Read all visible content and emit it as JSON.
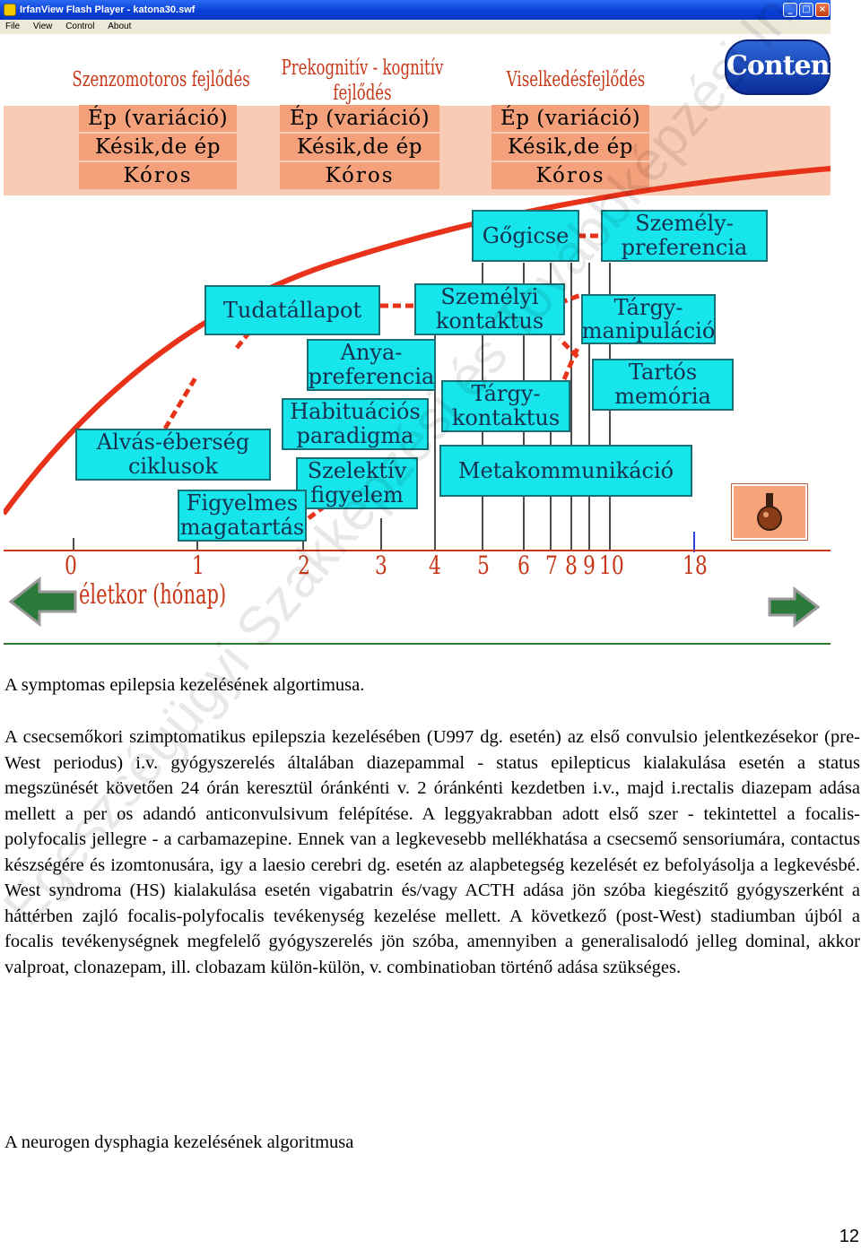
{
  "window": {
    "title": "IrfanView Flash Player - katona30.swf",
    "menu": [
      "File",
      "View",
      "Control",
      "About"
    ],
    "controls": {
      "minimize": "_",
      "maximize": "□",
      "close": "×"
    }
  },
  "slide": {
    "columns": [
      {
        "heading": "Szenzomotoros fejlődés"
      },
      {
        "heading": "Prekognitív - kognitív fejlődés"
      },
      {
        "heading": "Viselkedésfejlődés"
      }
    ],
    "variations": [
      "Ép (variáció)",
      "Késik,de ép",
      "Kóros"
    ],
    "logo": "Content",
    "boxes": {
      "gogicse": "Gőgicse",
      "szemely_preferencia": "Személy-\npreferencia",
      "tudatallapot": "Tudatállapot",
      "szemelyi_kontaktus": "Személyi\nkontaktus",
      "targy_manipulacio": "Tárgy-\nmanipuláció",
      "anya_preferencia": "Anya-\npreferencia",
      "tartos_memoria": "Tartós\nmemória",
      "habituacios_paradigma": "Habituációs\nparadigma",
      "targy_kontaktus": "Tárgy-\nkontaktus",
      "alvas_eberseg": "Alvás-éberség\nciklusok",
      "szelektiv_figyelem": "Szelektív\nfigyelem",
      "metakommunikacio": "Metakommunikáció",
      "figyelmes_magatartas": "Figyelmes\nmagatartás"
    },
    "axis": {
      "label": "életkor (hónap)",
      "ticks": [
        "0",
        "1",
        "2",
        "3",
        "4",
        "5",
        "6",
        "7",
        "8",
        "9",
        "10",
        "18"
      ]
    },
    "nav": {
      "back": "back-arrow-icon",
      "forward": "forward-arrow-icon",
      "extra": "flask-icon"
    },
    "colors": {
      "accent": "#c83818",
      "box": "#16e6ec",
      "variation": "#f4a07a",
      "band": "#f7cbb4"
    }
  },
  "document": {
    "heading1": "A symptomas epilepsia kezelésének algortimusa.",
    "paragraph": "A csecsemőkori szimptomatikus epilepszia kezelésében (U997 dg. esetén) az első convulsio jelentkezésekor (pre-West periodus) i.v. gyógyszerelés általában diazepammal - status epilepticus kialakulása esetén a status megszünését követően 24 órán keresztül óránkénti v. 2 óránkénti kezdetben i.v., majd i.rectalis diazepam adása mellett a per os adandó anticonvulsivum felépítése. A leggyakrabban adott első szer - tekintettel a focalis-polyfocalis jellegre - a carbamazepine. Ennek van a legkevesebb mellékhatása a csecsemő sensoriumára, contactus készségére és izomtonusára, igy a laesio cerebri dg. esetén az alapbetegség kezelését ez befolyásolja a legkevésbé. West syndroma (HS) kialakulása esetén vigabatrin és/vagy ACTH adása jön szóba kiegészitő gyógyszerként a háttérben zajló focalis-polyfocalis tevékenység kezelése mellett. A következő (post-West) stadiumban újból a focalis tevékenységnek megfelelő gyógyszerelés jön szóba, amennyiben a generalisalodó jelleg dominal, akkor valproat, clonazepam, ill. clobazam külön-külön, v. combinatioban történő adása szükséges.",
    "heading2": "A neurogen dysphagia kezelésének algoritmusa",
    "page_number": "12",
    "watermark": "Egészségügyi Szakképzési és Továbbképzési Intézet"
  }
}
